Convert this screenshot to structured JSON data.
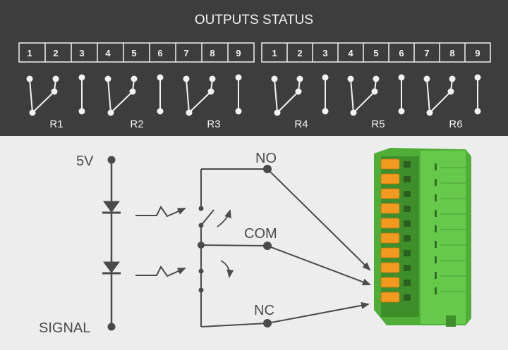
{
  "header": {
    "title": "OUTPUTS STATUS",
    "pins_left": [
      "1",
      "2",
      "3",
      "4",
      "5",
      "6",
      "7",
      "8",
      "9"
    ],
    "pins_right": [
      "1",
      "2",
      "3",
      "4",
      "5",
      "6",
      "7",
      "8",
      "9"
    ],
    "relays": [
      "R1",
      "R2",
      "R3",
      "R4",
      "R5",
      "R6"
    ]
  },
  "circuit": {
    "supply_label": "5V",
    "signal_label": "SIGNAL",
    "no_label": "NO",
    "com_label": "COM",
    "nc_label": "NC"
  },
  "colors": {
    "panel": "#3d3d3d",
    "panel_text": "#f2f2f2",
    "background": "#ededed",
    "wire": "#4a4a4a",
    "terminal_green": "#5fbf45",
    "terminal_dark": "#3e8f2c",
    "spring_orange": "#f29a1f"
  }
}
